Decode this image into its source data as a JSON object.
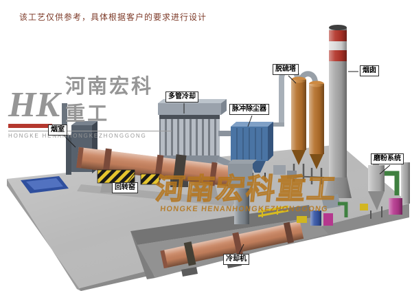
{
  "disclaimer": "该工艺仅供参考，具体根据客户的要求进行设计",
  "logo": {
    "monogram": "HK",
    "company_cn": "河南宏科重工",
    "company_en": "HONGKE HENANHONGKEZHONGGONG"
  },
  "watermark": {
    "company_cn": "河南宏科重工",
    "company_en": "HONGKE HENANHONGKEZHONGGONG"
  },
  "labels": {
    "smoke_chamber": "烟室",
    "rotary_kiln": "回转窑",
    "multi_tube_cooler": "多管冷却",
    "pulse_dust_collector": "脉冲除尘器",
    "desulfurization_tower": "脱硫塔",
    "chimney": "烟囱",
    "grinding_system": "磨粉系统",
    "cooling_machine": "冷却机"
  },
  "colors": {
    "platform": "#b9b9b9",
    "kiln": "#c9835f",
    "dust_collector": "#4a74a4",
    "desulfurization_tower": "#b5702a",
    "chimney_band": "#b23328",
    "pool": "#2f4f9e",
    "green_pipe": "#3f8040",
    "magenta": "#b5388e",
    "watermark_orange": "#b97720"
  }
}
